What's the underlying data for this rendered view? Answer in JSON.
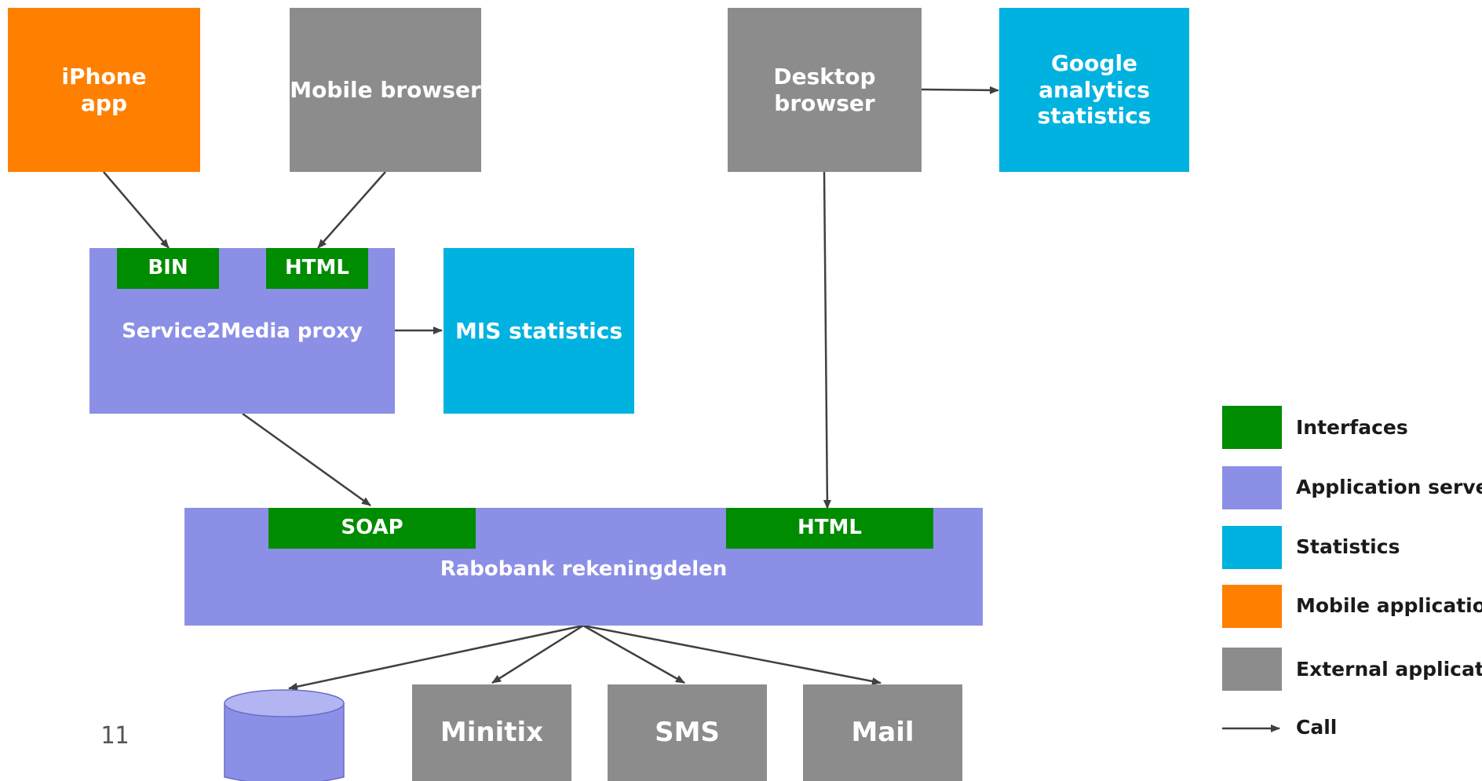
{
  "boxes": {
    "iphone_app": "iPhone\napp",
    "mobile_browser": "Mobile browser",
    "desktop_browser": "Desktop\nbrowser",
    "google_analytics": "Google\nanalytics\nstatistics",
    "service2media": "Service2Media proxy",
    "bin": "BIN",
    "html_proxy": "HTML",
    "mis_statistics": "MIS statistics",
    "rabobank": "Rabobank rekeningdelen",
    "soap": "SOAP",
    "html_rabobank": "HTML",
    "minitix": "Minitix",
    "sms": "SMS",
    "mail": "Mail"
  },
  "legend": [
    {
      "label": "Interfaces",
      "color": "#008c00"
    },
    {
      "label": "Application server",
      "color": "#8c8fe6"
    },
    {
      "label": "Statistics",
      "color": "#00b2df"
    },
    {
      "label": "Mobile application",
      "color": "#ff7f00"
    },
    {
      "label": "External application",
      "color": "#8c8c8c"
    },
    {
      "label": "Call",
      "icon": "arrow-icon"
    }
  ],
  "page_number": "11"
}
